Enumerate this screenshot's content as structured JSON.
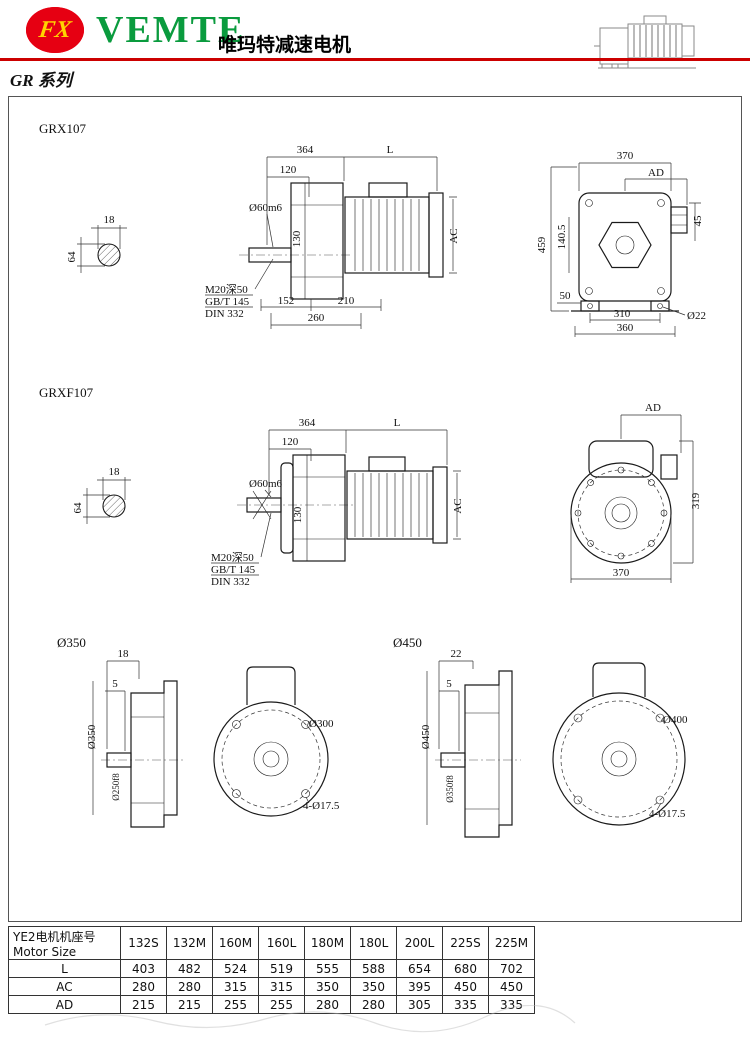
{
  "header": {
    "logo_text": "FX",
    "brand": "VEMTE",
    "subtitle": "唯玛特减速电机",
    "series": "GR 系列"
  },
  "sections": {
    "grx107": {
      "title": "GRX107",
      "shaft": {
        "d18": "18",
        "d64": "64"
      },
      "side": {
        "d364": "364",
        "dL": "L",
        "d120": "120",
        "d60": "Ø60m6",
        "d130": "130",
        "dAC": "AC",
        "thread": "M20深50",
        "std1": "GB/T 145",
        "std2": "DIN 332",
        "d152": "152",
        "d210": "210",
        "d260": "260"
      },
      "end": {
        "d370": "370",
        "dAD": "AD",
        "d459": "459",
        "d140": "140.5",
        "d45": "45",
        "d50": "50",
        "d310": "310",
        "d360": "360",
        "d22": "Ø22"
      }
    },
    "grxf107": {
      "title": "GRXF107",
      "shaft": {
        "d18": "18",
        "d64": "64"
      },
      "side": {
        "d364": "364",
        "dL": "L",
        "d120": "120",
        "d60": "Ø60m6",
        "d130": "130",
        "dAC": "AC",
        "thread": "M20深50",
        "std1": "GB/T 145",
        "std2": "DIN 332"
      },
      "end": {
        "dAD": "AD",
        "d319": "319",
        "d370": "370"
      }
    },
    "flange350": {
      "title": "Ø350",
      "dims": {
        "d18": "18",
        "d5": "5",
        "d350": "Ø350",
        "d250": "Ø250f8",
        "d300": "Ø300",
        "holes": "4-Ø17.5"
      }
    },
    "flange450": {
      "title": "Ø450",
      "dims": {
        "d22": "22",
        "d5": "5",
        "d450": "Ø450",
        "d350": "Ø350f8",
        "d400": "Ø400",
        "holes": "4-Ø17.5"
      }
    }
  },
  "table": {
    "row_header_line1": "YE2电机机座号",
    "row_header_line2": "Motor Size",
    "columns": [
      "132S",
      "132M",
      "160M",
      "160L",
      "180M",
      "180L",
      "200L",
      "225S",
      "225M"
    ],
    "rows": [
      {
        "label": "L",
        "values": [
          "403",
          "482",
          "524",
          "519",
          "555",
          "588",
          "654",
          "680",
          "702"
        ]
      },
      {
        "label": "AC",
        "values": [
          "280",
          "280",
          "315",
          "315",
          "350",
          "350",
          "395",
          "450",
          "450"
        ]
      },
      {
        "label": "AD",
        "values": [
          "215",
          "215",
          "255",
          "255",
          "280",
          "280",
          "305",
          "335",
          "335"
        ]
      }
    ]
  }
}
